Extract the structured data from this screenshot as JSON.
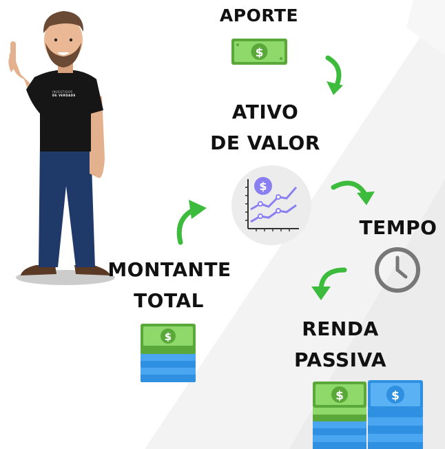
{
  "steps": {
    "aporte": "APORTE",
    "ativo_line1": "ATIVO",
    "ativo_line2": "DE VALOR",
    "tempo": "TEMPO",
    "renda_line1": "RENDA",
    "renda_line2": "PASSIVA",
    "montante_line1": "MONTANTE",
    "montante_line2": "TOTAL"
  },
  "shirt_logo": {
    "line1": "INVESTIDOR",
    "line2": "DE VERDADE"
  },
  "colors": {
    "green_bill": "#6cc04a",
    "blue_bill": "#2f8fe0",
    "arrow_green": "#3dbb3d",
    "clock_gray": "#777777",
    "chart_purple": "#8a7ff0"
  },
  "icons": [
    "dollar-bill-icon",
    "curved-arrow-icon",
    "investment-chart-icon",
    "clock-icon",
    "money-stack-icon"
  ]
}
